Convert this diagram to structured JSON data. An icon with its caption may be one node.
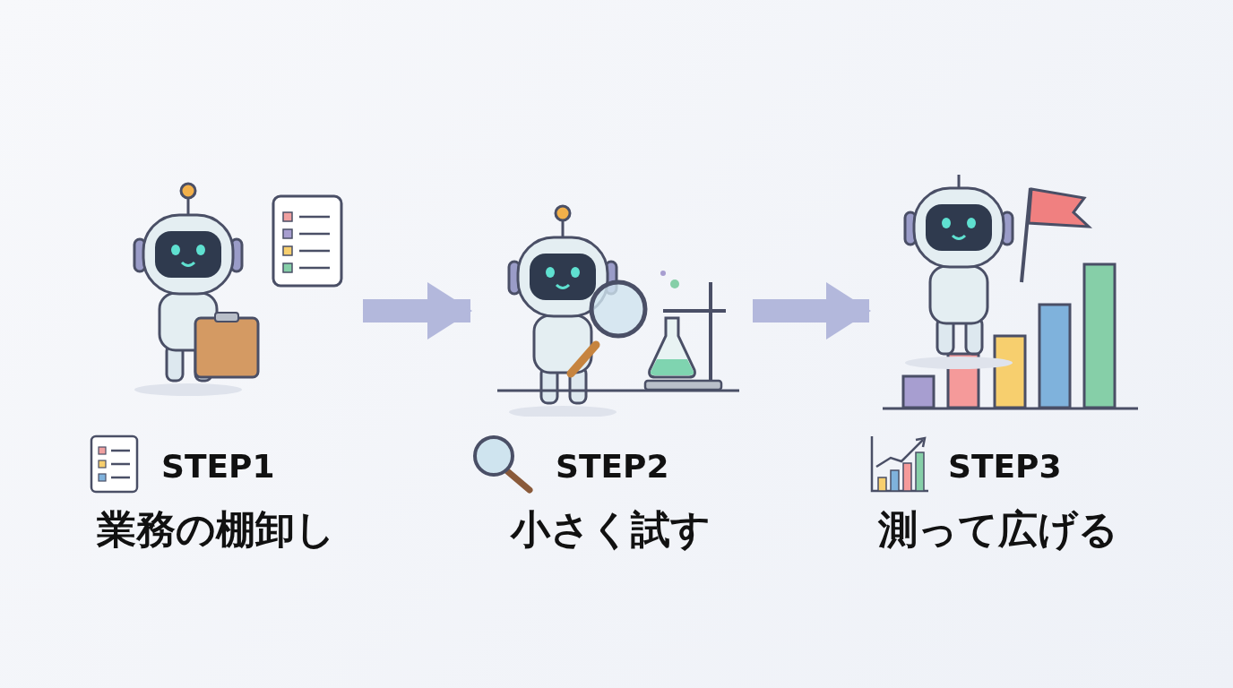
{
  "diagram": {
    "nodes": [
      {
        "text": [
          "STEP1",
          "業務の棚卸し"
        ]
      },
      {
        "text": [
          "STEP2",
          "小さく試す"
        ]
      },
      {
        "text": [
          "STEP3",
          "測って広げる"
        ]
      }
    ],
    "edges": [
      {
        "from": 0,
        "to": 1,
        "arrow": "to"
      },
      {
        "from": 1,
        "to": 2,
        "arrow": "to"
      }
    ]
  }
}
